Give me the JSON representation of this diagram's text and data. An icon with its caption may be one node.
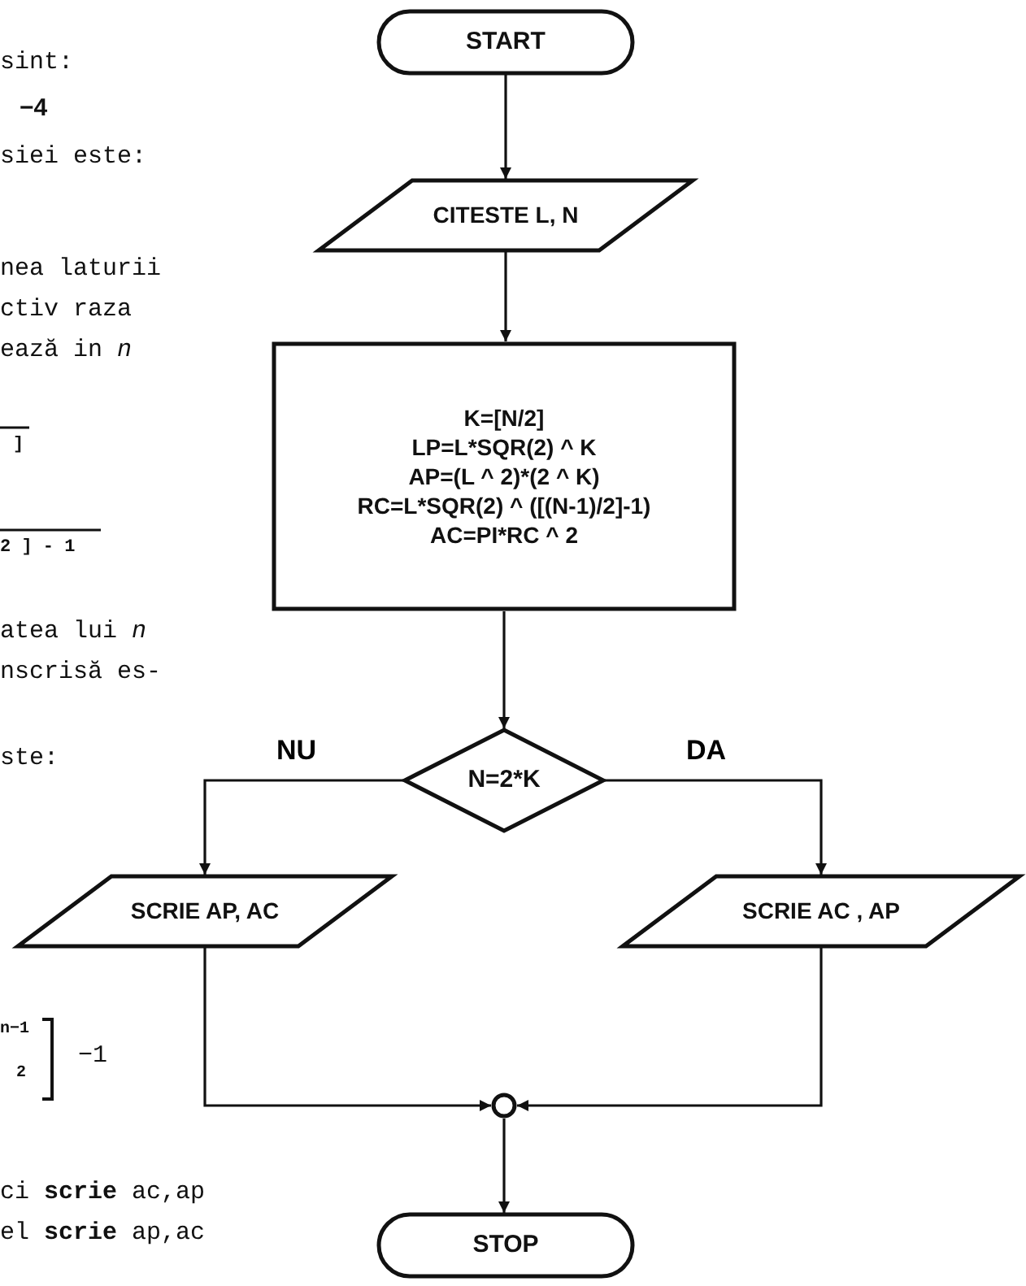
{
  "diagram": {
    "nodes": [
      {
        "text": [
          "START"
        ]
      },
      {
        "text": [
          "CITESTE L, N"
        ]
      },
      {
        "text": [
          "K=[N/2]",
          "LP=L*SQR(2) ^ K",
          "AP=(L ^ 2)*(2 ^ K)",
          "RC=L*SQR(2) ^ ([(N-1)/2]-1)",
          "AC=PI*RC ^ 2"
        ]
      },
      {
        "text": [
          "N=2*K"
        ]
      },
      {
        "text": [
          "SCRIE AP, AC"
        ]
      },
      {
        "text": [
          "SCRIE AC , AP"
        ]
      },
      {
        "text": [],
        "shape": "circle"
      },
      {
        "text": [
          "STOP"
        ]
      }
    ],
    "edges": [
      {
        "from": 0,
        "to": 1,
        "arrow": "to"
      },
      {
        "from": 1,
        "to": 2,
        "arrow": "to"
      },
      {
        "from": 2,
        "to": 3,
        "arrow": "to"
      },
      {
        "from": 3,
        "to": 4,
        "arrow": "to",
        "label": "NU"
      },
      {
        "from": 3,
        "to": 5,
        "arrow": "to",
        "label": "DA"
      },
      {
        "from": 4,
        "to": 6,
        "arrow": "to"
      },
      {
        "from": 5,
        "to": 6,
        "arrow": "to"
      },
      {
        "from": 6,
        "to": 7,
        "arrow": "to"
      }
    ],
    "labels": [
      "sint:",
      "**−4**",
      "siei este:",
      "nea laturii",
      "ctiv raza",
      "ează in *n*",
      "]",
      "2 ] - 1",
      "atea lui *n*",
      "nscrisă es-",
      "ste:",
      "n−1",
      "2",
      "−1",
      "ci **scrie** ac,ap",
      "el **scrie** ap,ac"
    ]
  }
}
